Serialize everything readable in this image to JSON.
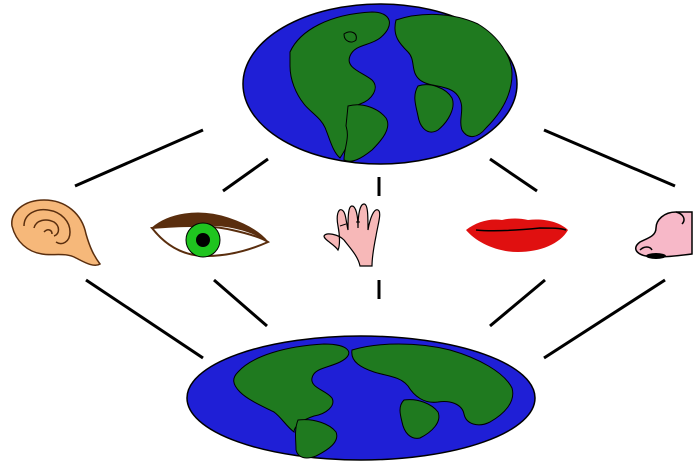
{
  "diagram": {
    "globes": [
      {
        "id": "top",
        "icon": "globe-icon"
      },
      {
        "id": "bottom",
        "icon": "globe-icon"
      }
    ],
    "senses": [
      {
        "sense": "hearing",
        "icon": "ear-icon"
      },
      {
        "sense": "sight",
        "icon": "eye-icon"
      },
      {
        "sense": "touch",
        "icon": "hand-icon"
      },
      {
        "sense": "taste",
        "icon": "lips-icon"
      },
      {
        "sense": "smell",
        "icon": "nose-icon"
      }
    ]
  },
  "colors": {
    "ocean": "#1f1fd6",
    "land": "#1f7a1f",
    "ear": "#f6b87a",
    "eye_iris": "#1fc41f",
    "eye_brow": "#5a2e0e",
    "hand": "#f7b8b8",
    "lips": "#e01010",
    "nose": "#f7b8c8",
    "connector": "#000000"
  }
}
